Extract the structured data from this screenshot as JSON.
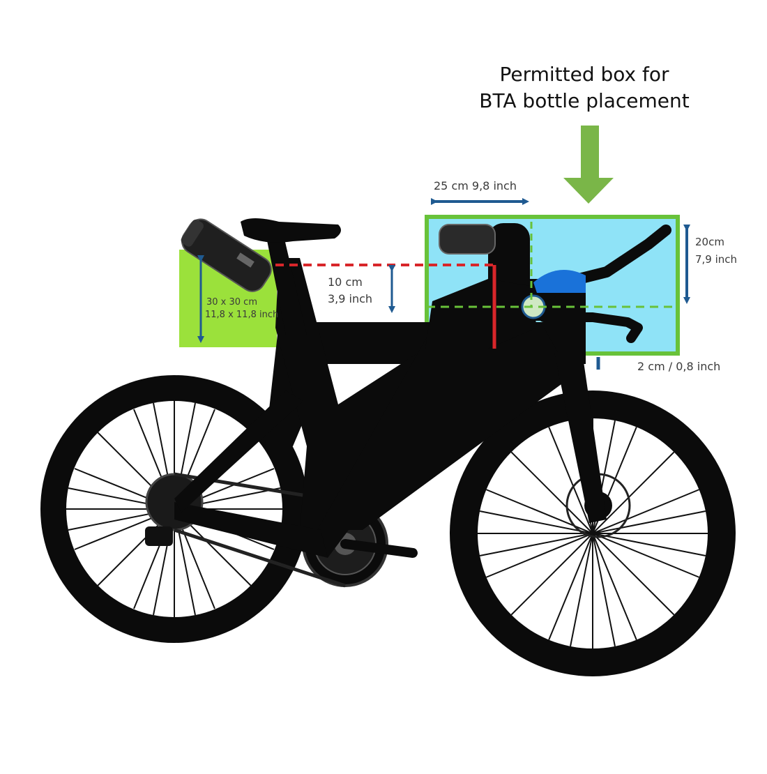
{
  "title": {
    "line1": "Permitted box for",
    "line2": "BTA bottle placement"
  },
  "labels": {
    "rear_box_line1": "30 x 30 cm",
    "rear_box_line2": "11,8 x 11,8 inch",
    "drop_line1": "10 cm",
    "drop_line2": "3,9 inch",
    "width_label": "25 cm  9,8 inch",
    "height_line1": "20cm",
    "height_line2": "7,9 inch",
    "clearance_label": "2 cm / 0,8 inch"
  },
  "colors": {
    "green_arrow": "#7ab648",
    "box_green_border": "#68c23a",
    "box_blue_fill": "#8fe3f7",
    "rear_green_fill": "#9be13b",
    "dimension_blue": "#1f5a91",
    "red_line": "#d8262a",
    "bike_black": "#0b0b0b"
  }
}
